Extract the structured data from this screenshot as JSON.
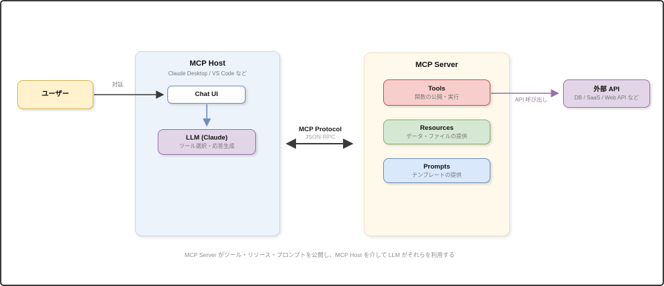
{
  "containers": {
    "mcp_host": {
      "title": "MCP Host",
      "subtitle": "Claude Desktop / VS Code など"
    },
    "mcp_server": {
      "title": "MCP Server"
    }
  },
  "nodes": {
    "user": {
      "title": "ユーザー"
    },
    "chat_ui": {
      "title": "Chat UI"
    },
    "llm": {
      "title": "LLM (Claude)",
      "subtitle": "ツール選択・応答生成"
    },
    "tools": {
      "title": "Tools",
      "subtitle": "関数の公開・実行"
    },
    "resources": {
      "title": "Resources",
      "subtitle": "データ・ファイルの提供"
    },
    "prompts": {
      "title": "Prompts",
      "subtitle": "テンプレートの提供"
    },
    "external_api": {
      "title": "外部 API",
      "subtitle": "DB / SaaS / Web API など"
    }
  },
  "edges": {
    "user_to_chat": {
      "label": "対話"
    },
    "protocol": {
      "title": "MCP Protocol",
      "subtitle": "JSON-RPC"
    },
    "api_call": {
      "label": "API 呼び出し"
    }
  },
  "caption": "MCP Server がツール・リソース・プロンプトを公開し、MCP Host を介して LLM がそれらを利用する",
  "colors": {
    "yellow_fill": "#FFF2CC",
    "yellow_stroke": "#D6B656",
    "purple_fill": "#E1D5E7",
    "purple_stroke": "#9673A6",
    "red_fill": "#F8CECC",
    "red_stroke": "#B85450",
    "green_fill": "#D5E8D4",
    "green_stroke": "#82B366",
    "blue_fill": "#DAE8FC",
    "blue_stroke": "#6C8EBF",
    "host_fill": "#EDF3FB",
    "host_stroke": "#C8D6EA",
    "server_fill": "#FFF9EC",
    "server_stroke": "#F0E2C0",
    "edge_dark": "#3a3a3a",
    "edge_blue": "#6C8EBF",
    "edge_purple": "#9673A6"
  }
}
